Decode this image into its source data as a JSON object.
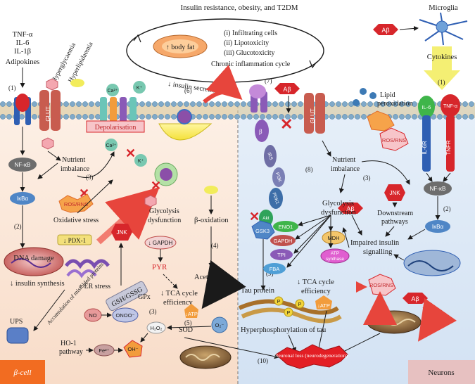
{
  "header": {
    "title": "Insulin resistance, obesity, and T2DM",
    "body_fat": "↑ body fat",
    "causes": [
      "(i) Infiltrating cells",
      "(ii) Lipotoxicity",
      "(iii) Glucotoxicity"
    ],
    "cycle": "Chronic inflammation cycle"
  },
  "left": {
    "cytokines": [
      "TNF-α",
      "IL-6",
      "IL-1β",
      "Adipokines"
    ],
    "hyperglycaemia": "Hyperglycaemia",
    "hyperlipidaemia": "Hyperlipidaemia",
    "glut": "GLUT",
    "ca": "Ca²⁺",
    "k": "K⁺",
    "depolarisation": "Depolarisation",
    "insulin_secretion": "↓ insulin secretion",
    "nfkb": "NF-κB",
    "ikba": "IκBα",
    "nutrient_imbalance": "Nutrient imbalance",
    "ros_rns": "ROS/RNS",
    "oxidative_stress": "Oxidative stress",
    "pdx1": "↓ PDX-1",
    "dna_damage": "DNA damage",
    "insulin_synthesis": "↓ insulin synthesis",
    "er_stress": "↑ ER stress",
    "jnk": "JNK",
    "gsh_gssg": "GSH/GSSG",
    "glycolysis_dysfunction": "Glycolysis dysfunction",
    "beta_oxidation": "β-oxidation",
    "gapdh": "↓ GAPDH",
    "pyr": "PYR",
    "acetyl_coa": "Acetyl CoA",
    "tca_efficiency": "↓ TCA cycle efficiency",
    "gpx": "GPx",
    "atp": "↓ATP",
    "h2o2": "H₂O₂",
    "sod": "SOD",
    "o2": "O₂⁻",
    "no": "NO",
    "onoo": "ONOO⁻",
    "oh": "OH⁻",
    "fe": "Fe²⁺",
    "ups": "UPS",
    "misfolded": "Accumulation of misfolded proteins",
    "ho1": "HO-1 pathway",
    "cell_label": "β-cell",
    "steps": [
      "(1)",
      "(2)",
      "(3)",
      "(4)",
      "(5)",
      "(6)"
    ]
  },
  "right": {
    "microglia": "Microglia",
    "abeta": "Aβ",
    "cytokines": "Cytokines",
    "lipid_peroxidation": "Lipid peroxidation",
    "il6": "IL-6",
    "tnfa": "TNF-α",
    "il6r": "IL-6R",
    "tnfr": "TNFR",
    "ros_rns": "ROS/RNS",
    "insulin_receptor": [
      "β",
      "IRS",
      "PI3K",
      "PDK1",
      "Akt"
    ],
    "glut": "GLUT",
    "nutrient_imbalance": "Nutrient imbalance",
    "jnk": "JNK",
    "nfkb": "NF-κB",
    "ikba": "IκBα",
    "downstream": "Downstream pathways",
    "glycolysis_dysfunction": "Glycolysis dysfunction",
    "gsk3": "GSK3",
    "enzymes": [
      "ENO1",
      "GAPDH",
      "TPI",
      "FBA"
    ],
    "mdh": "MDH",
    "atp_synthase": "ATP synthase",
    "impaired_insulin": "Impaired insulin signalling",
    "tca_efficiency": "↓ TCA cycle efficiency",
    "atp": "↓ATP",
    "tau_protein": "Tau protein",
    "phospho": "P",
    "hyperphosphorylation": "Hyperphosphorylation of tau",
    "neuronal_loss": "Neuronal loss (neurodegeneration)",
    "cell_label": "Neurons",
    "steps": [
      "(1)",
      "(2)",
      "(3)",
      "(7)",
      "(8)",
      "(9)",
      "(10)"
    ]
  },
  "colors": {
    "beta_cell_bg": "#fbe6d6",
    "neuron_bg": "#dde9f6",
    "membrane": "#8fb6a8",
    "arrow_red": "#e7453c",
    "beta_label_bg": "#f26c21",
    "neuron_label_bg": "#e7c1c1"
  }
}
